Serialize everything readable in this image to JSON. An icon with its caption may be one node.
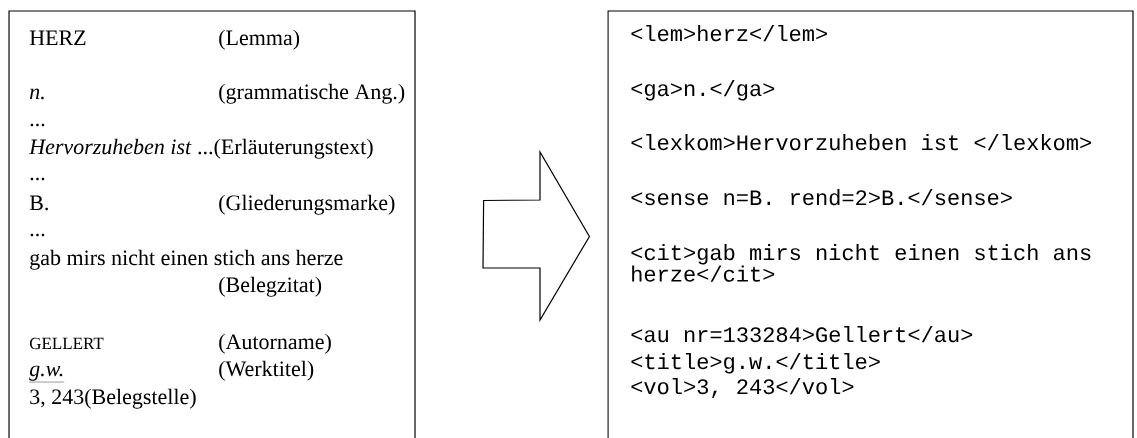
{
  "diagram": {
    "nodes": [
      {
        "text": [
          "HERZ",
          "(Lemma)",
          "n.",
          "(grammatische Ang.)",
          "...",
          "*Hervorzuheben ist* ...(Erläuterungstext)",
          "...",
          "B.",
          "(Gliederungsmarke)",
          "...",
          "gab mirs nicht einen stich ans herze",
          "(Belegzitat)",
          "GELLERT",
          "(Autorname)",
          "g.w.",
          "(Werktitel)",
          "3, 243(Belegstelle)"
        ]
      },
      {
        "text": [
          "<lem>herz</lem>",
          "<ga>n.</ga>",
          "<lexkom>Hervorzuheben ist </lexkom>",
          "<sense n=B. rend=2>B.</sense>",
          "<cit>gab mirs nicht einen stich ans herze</cit>",
          "<au nr=133284>Gellert</au>",
          "<title>g.w.</title>",
          "<vol>3, 243</vol>"
        ]
      }
    ],
    "edges": [
      {
        "from": 0,
        "to": 1,
        "arrow": "to"
      }
    ]
  }
}
